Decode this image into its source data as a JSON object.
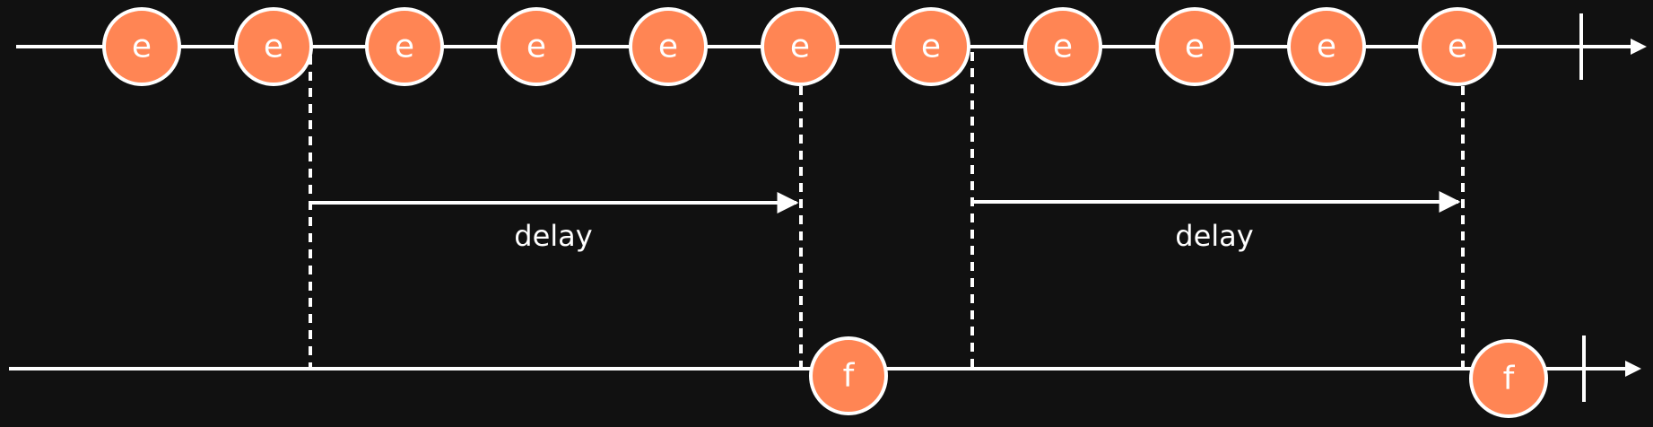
{
  "colors": {
    "background": "#111111",
    "line": "#ffffff",
    "marble_fill": "#ff8554",
    "marble_stroke": "#ffffff"
  },
  "source": {
    "marbles": [
      "e",
      "e",
      "e",
      "e",
      "e",
      "e",
      "e",
      "e",
      "e",
      "e",
      "e"
    ]
  },
  "output": {
    "marbles": [
      "f",
      "f"
    ]
  },
  "delays": [
    {
      "label": "delay"
    },
    {
      "label": "delay"
    }
  ]
}
